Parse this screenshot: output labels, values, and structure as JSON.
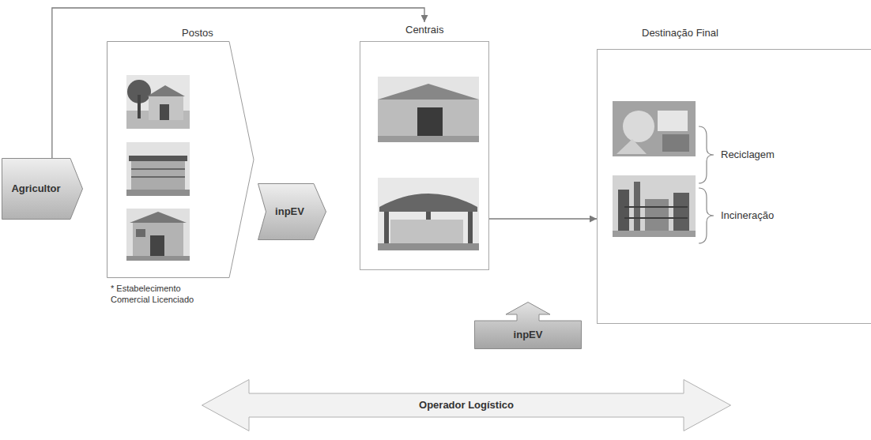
{
  "diagram": {
    "nodes": [
      {
        "text": [
          "Agricultor"
        ]
      },
      {
        "text": [
          "Postos"
        ]
      },
      {
        "text": [
          "inpEV"
        ]
      },
      {
        "text": [
          "Centrais"
        ]
      },
      {
        "text": [
          "Destinação Final"
        ]
      },
      {
        "text": [
          "inpEV"
        ]
      },
      {
        "text": [
          "Operador Logístico"
        ]
      }
    ],
    "edges": [
      {
        "from": 0,
        "to": 3,
        "arrow": "to"
      },
      {
        "from": 3,
        "to": 4,
        "arrow": "to"
      }
    ],
    "labels": [
      "* Estabelecimento Comercial Licenciado",
      "Reciclagem",
      "Incineração"
    ]
  }
}
